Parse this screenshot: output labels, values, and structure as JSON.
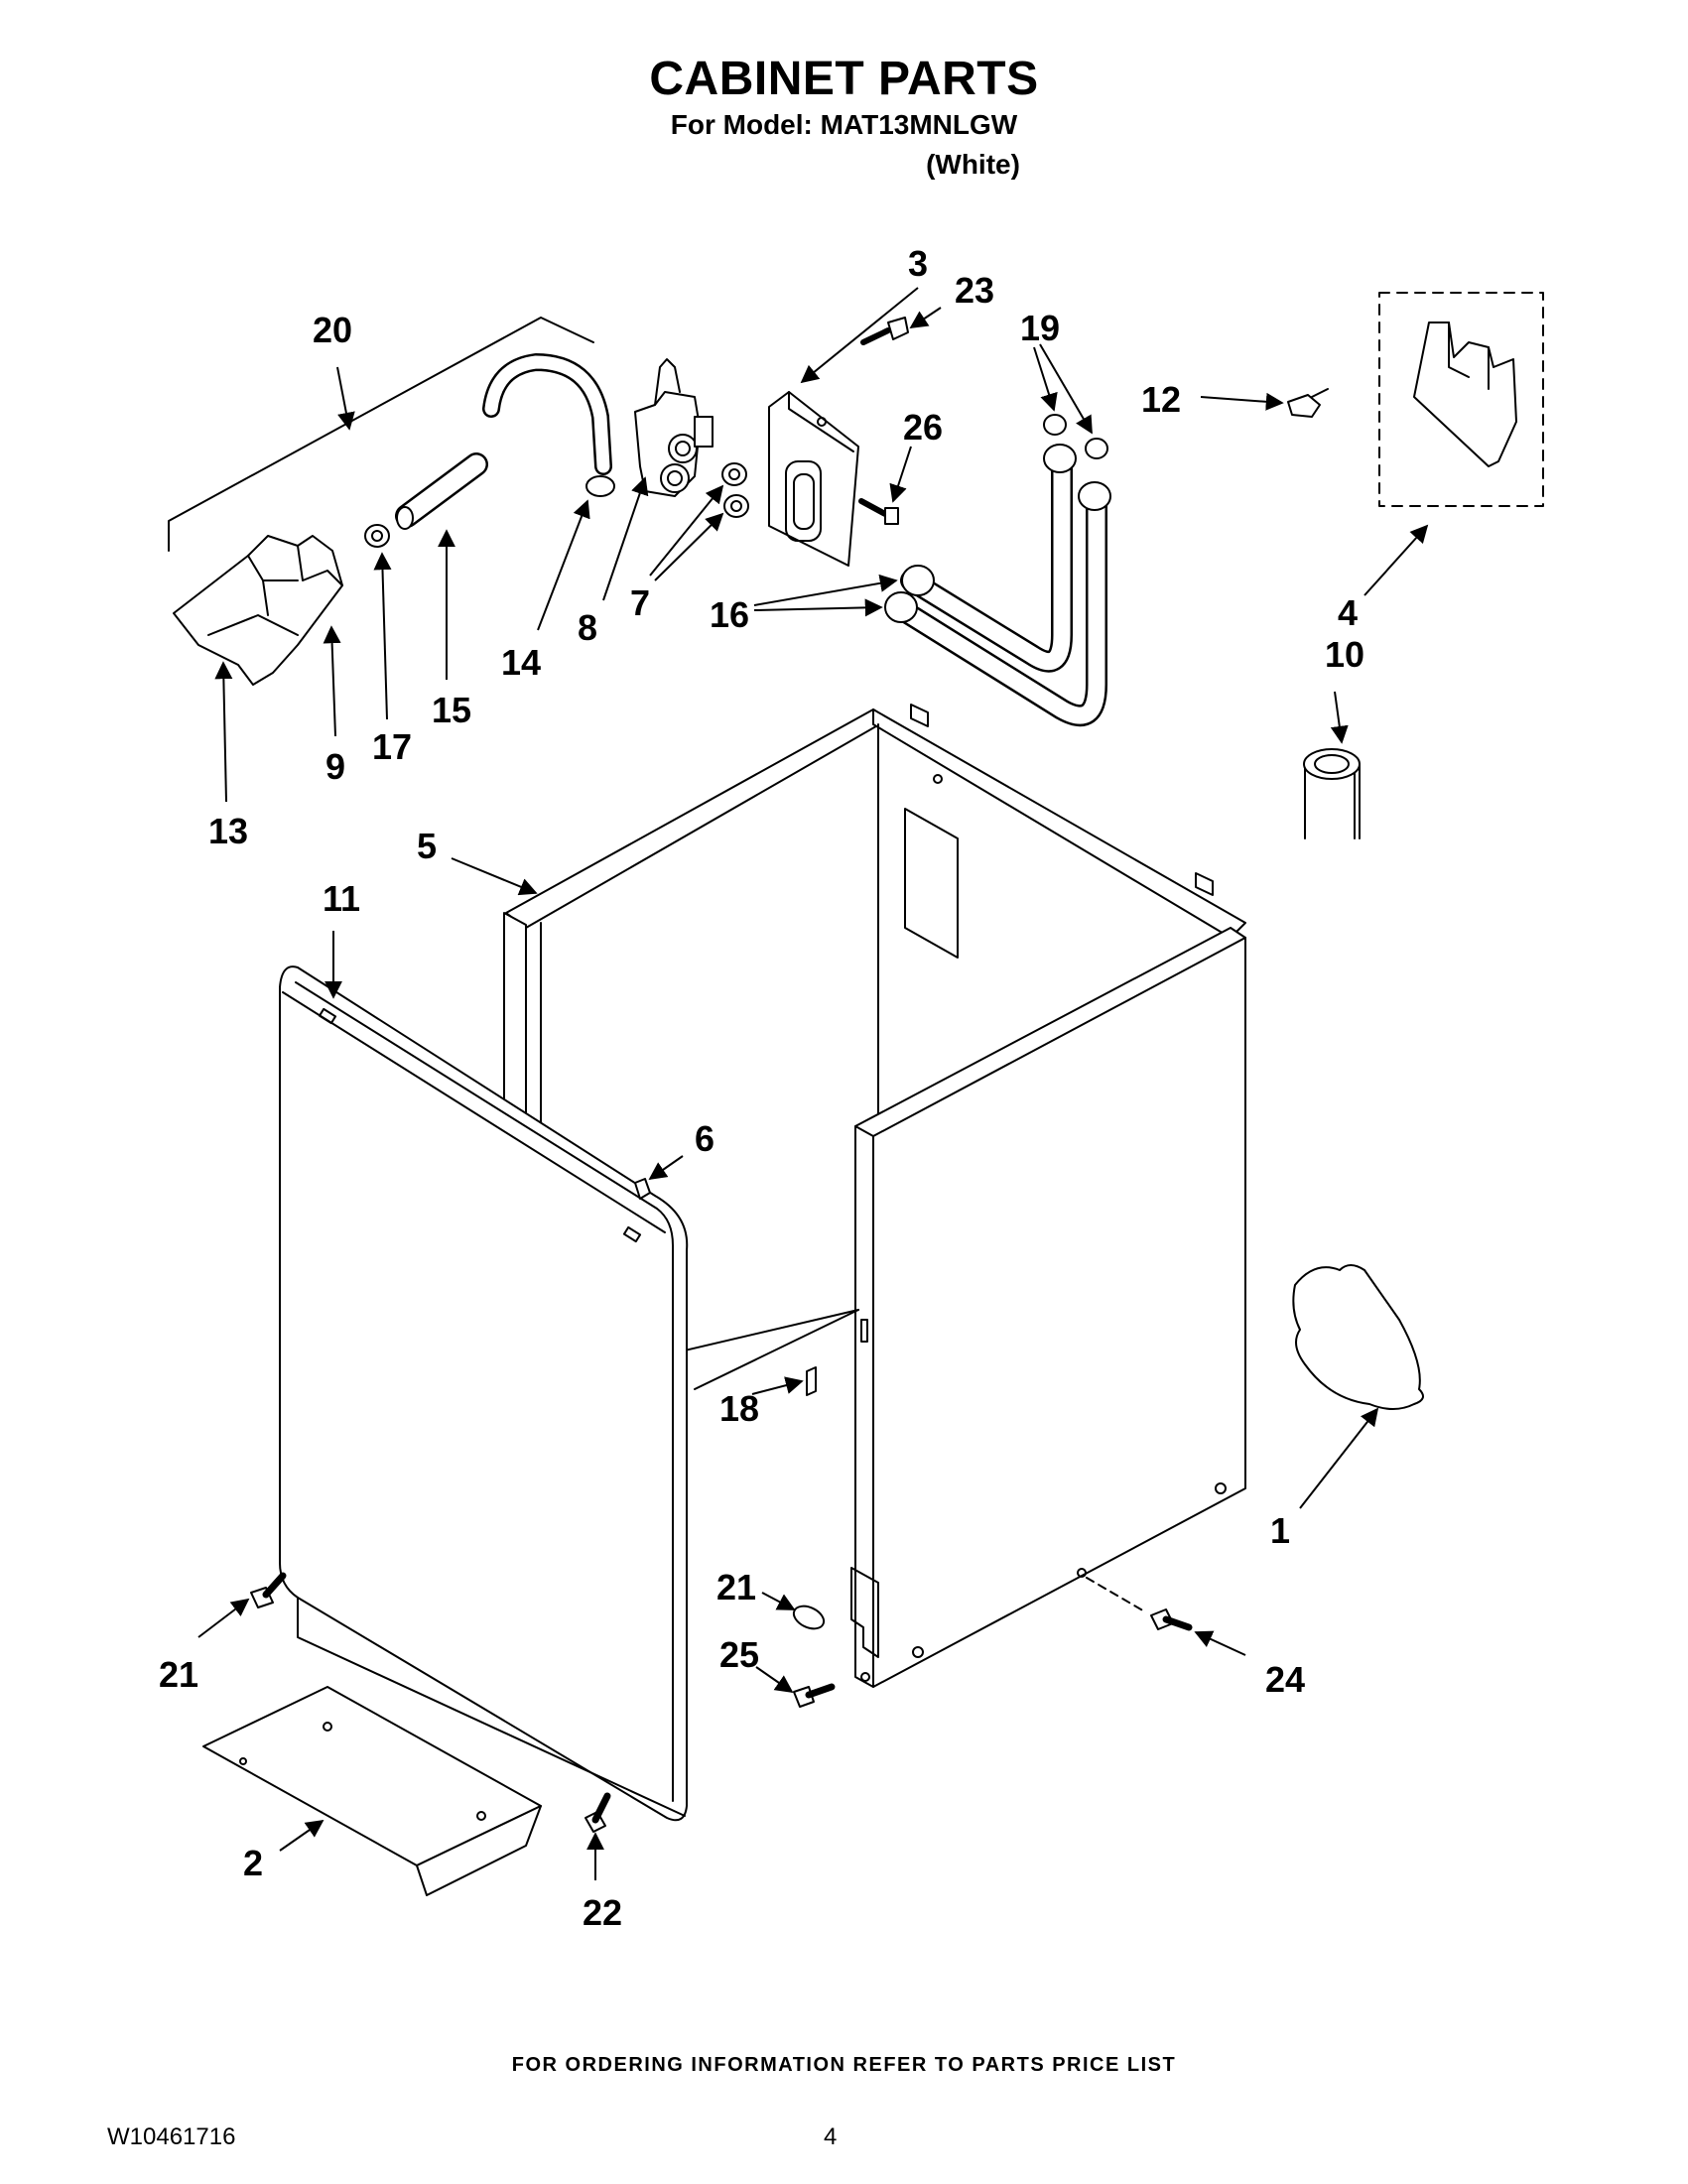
{
  "header": {
    "title": "CABINET PARTS",
    "model_line": "For Model: MAT13MNLGW",
    "color_line": "(White)"
  },
  "callouts": {
    "c1": "1",
    "c2": "2",
    "c3": "3",
    "c4": "4",
    "c5": "5",
    "c6": "6",
    "c7": "7",
    "c8": "8",
    "c9": "9",
    "c10": "10",
    "c11": "11",
    "c12": "12",
    "c13": "13",
    "c14": "14",
    "c15": "15",
    "c16": "16",
    "c17": "17",
    "c18": "18",
    "c19": "19",
    "c20": "20",
    "c21a": "21",
    "c21b": "21",
    "c22": "22",
    "c23": "23",
    "c24": "24",
    "c25": "25",
    "c26": "26"
  },
  "footer": {
    "ordering_note": "FOR ORDERING INFORMATION REFER TO PARTS PRICE LIST",
    "document_number": "W10461716",
    "page_number": "4"
  }
}
